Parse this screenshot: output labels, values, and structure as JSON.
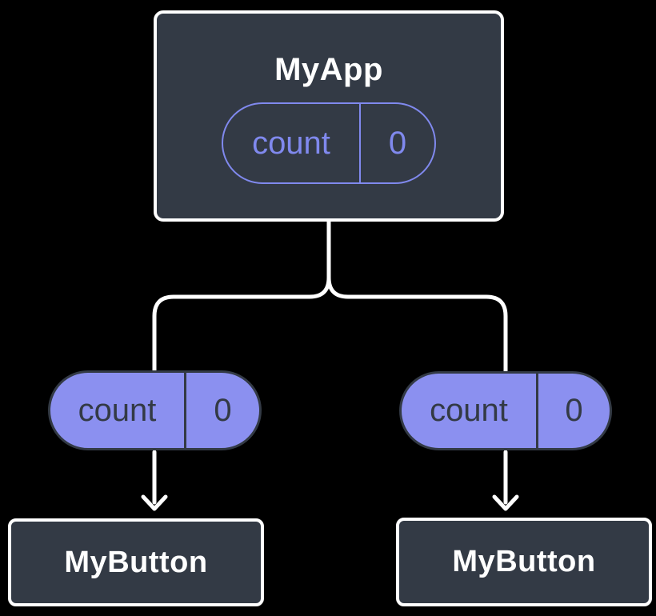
{
  "diagram": {
    "root": {
      "title": "MyApp",
      "state": {
        "name": "count",
        "value": "0"
      }
    },
    "children": [
      {
        "title": "MyButton",
        "passed_prop": {
          "name": "count",
          "value": "0"
        }
      },
      {
        "title": "MyButton",
        "passed_prop": {
          "name": "count",
          "value": "0"
        }
      }
    ]
  },
  "icons": {
    "arrow_down": "v"
  },
  "colors": {
    "background": "#000000",
    "node_fill": "#333a45",
    "node_border": "#ffffff",
    "pill_fill": "#8b90f0",
    "pill_outline": "#8089ee",
    "pill_dark_text": "#333a45",
    "connector": "#ffffff",
    "title_text": "#ffffff"
  }
}
